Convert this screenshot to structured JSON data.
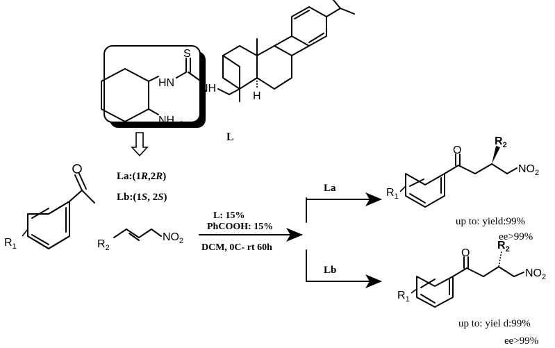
{
  "ligand": {
    "label": "L",
    "atoms": {
      "s": "S",
      "nh1": "HN",
      "nh2": "NH",
      "nh2_amine": "NH",
      "amine_sub": "2",
      "h": "H"
    }
  },
  "ligand_variants": {
    "la_prefix": "La:(1",
    "la_r1": "R",
    "la_mid": ",2",
    "la_r2": "R",
    "la_end": ")",
    "lb_prefix": "Lb:(1",
    "lb_s1": "S",
    "lb_mid": ", 2",
    "lb_s2": "S",
    "lb_end": ")"
  },
  "reactants": {
    "ketone_sub": "R",
    "ketone_sub_index": "1",
    "alkene_sub": "R",
    "alkene_sub_index": "2",
    "nitro": "NO",
    "nitro_index": "2"
  },
  "conditions": {
    "catalyst": "L: 15%",
    "additive": "PhCOOH: 15%",
    "solvent_temp_time": "DCM, 0C- rt  60h"
  },
  "branches": [
    {
      "catalyst_label": "La",
      "yield": "up to: yield:99%",
      "ee": "ee>99%"
    },
    {
      "catalyst_label": "Lb",
      "yield": "up to: yiel d:99%",
      "ee": "ee>99%"
    }
  ],
  "products": {
    "oxygen": "O",
    "r1": "R",
    "r1_index": "1",
    "r2": "R",
    "r2_index": "2",
    "nitro": "NO",
    "nitro_index": "2"
  }
}
